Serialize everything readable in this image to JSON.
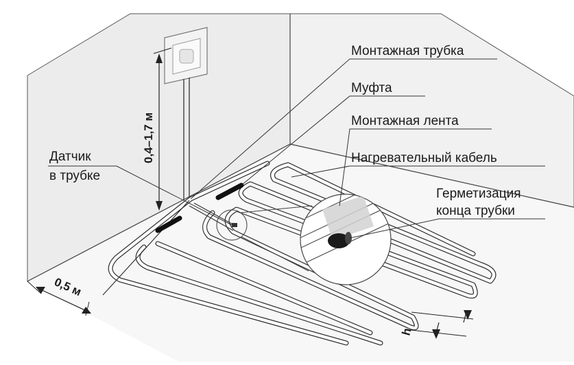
{
  "labels": {
    "mounting_tube": "Монтажная трубка",
    "coupling": "Муфта",
    "mounting_tape": "Монтажная лента",
    "heating_cable": "Нагревательный кабель",
    "sealing_line1": "Герметизация",
    "sealing_line2": "конца трубки",
    "sensor_line1": "Датчик",
    "sensor_line2": "в трубке"
  },
  "dimensions": {
    "height_range": "0,4–1,7 м",
    "wall_offset": "0,5 м",
    "step": "h"
  },
  "colors": {
    "wall": "#efefef",
    "floor": "#f6f6f6",
    "line": "#2a2a2a",
    "cable": "#ffffff"
  }
}
